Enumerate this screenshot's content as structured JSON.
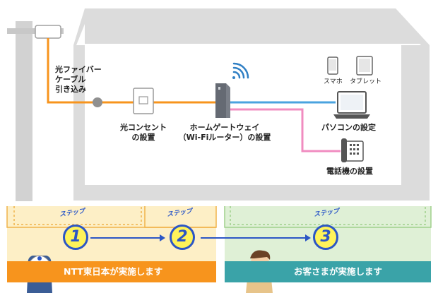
{
  "labels": {
    "fiber_cable": [
      "光ファイバー",
      "ケーブル",
      "引き込み"
    ],
    "optical_outlet": [
      "光コンセント",
      "の設置"
    ],
    "home_gateway": [
      "ホームゲートウェイ",
      "（Wi-Fiルーター）の設置"
    ],
    "smartphone": "スマホ",
    "tablet": "タブレット",
    "pc_setup": "パソコンの設定",
    "phone_setup": "電話機の設置"
  },
  "steps": [
    {
      "word": "ステップ",
      "number": "1"
    },
    {
      "word": "ステップ",
      "number": "2"
    },
    {
      "word": "ステップ",
      "number": "3"
    }
  ],
  "bands": {
    "ntt": "NTT東日本が実施します",
    "customer": "お客さまが実施します"
  },
  "colors": {
    "fiber": "#f7941d",
    "lan": "#4aa3df",
    "phone_line": "#f08cc0",
    "ntt_band": "#f7941d",
    "customer_band": "#3aa3a8",
    "house": "#dcdcdc",
    "step_circle": "#fff35a"
  }
}
